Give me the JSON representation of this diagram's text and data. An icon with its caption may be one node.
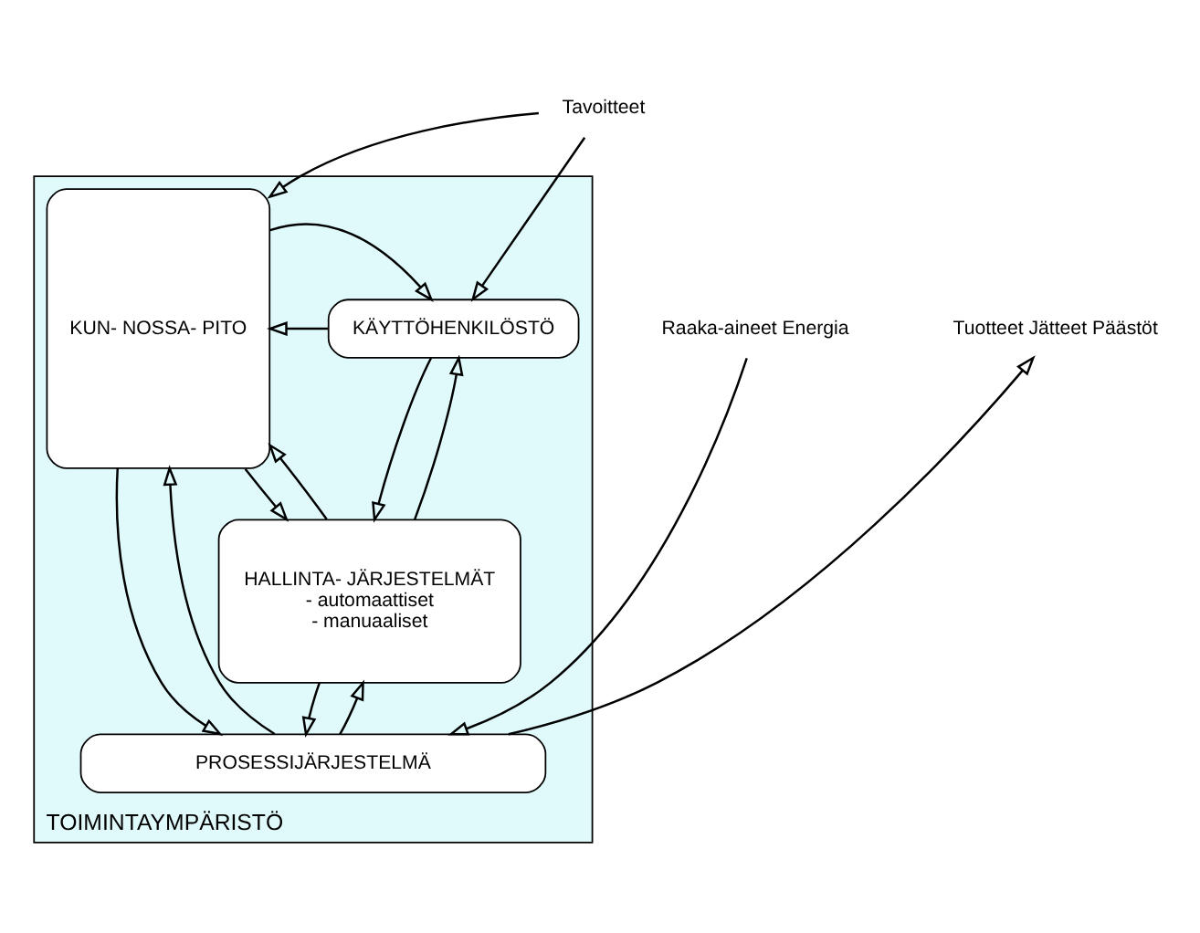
{
  "diagram": {
    "nodes": [
      {
        "text": [
          "TOIMINTAYMPÄRISTÖ"
        ]
      },
      {
        "text": [
          "KÄYTTÖHENKILÖSTÖ"
        ],
        "in": 0
      },
      {
        "text": [
          "KUN- NOSSA- PITO"
        ],
        "in": 0
      },
      {
        "text": [
          "HALLINTA- JÄRJESTELMÄT",
          "- automaattiset",
          "- manuaaliset"
        ],
        "in": 0
      },
      {
        "text": [
          "PROSESSIJÄRJESTELMÄ"
        ],
        "in": 0
      },
      {
        "text": [
          "Tavoitteet"
        ]
      },
      {
        "text": [
          "Raaka-aineet Energia"
        ]
      },
      {
        "text": [
          "Tuotteet Jätteet Päästöt"
        ]
      }
    ],
    "edges": [
      {
        "from": 5,
        "to": 1,
        "arrow": "to"
      },
      {
        "from": 5,
        "to": 2,
        "arrow": "to"
      },
      {
        "from": 1,
        "to": 2,
        "arrow": "to"
      },
      {
        "from": 2,
        "to": 1,
        "arrow": "to"
      },
      {
        "from": 1,
        "to": 3,
        "arrow": "to"
      },
      {
        "from": 3,
        "to": 1,
        "arrow": "to"
      },
      {
        "from": 3,
        "to": 2,
        "arrow": "to"
      },
      {
        "from": 2,
        "to": 3,
        "arrow": "to"
      },
      {
        "from": 3,
        "to": 4,
        "arrow": "to"
      },
      {
        "from": 4,
        "to": 3,
        "arrow": "to"
      },
      {
        "from": 4,
        "to": 2,
        "arrow": "to"
      },
      {
        "from": 2,
        "to": 4,
        "arrow": "to"
      },
      {
        "from": 6,
        "to": 4,
        "arrow": "to"
      },
      {
        "from": 4,
        "to": 7,
        "arrow": "to"
      }
    ]
  }
}
